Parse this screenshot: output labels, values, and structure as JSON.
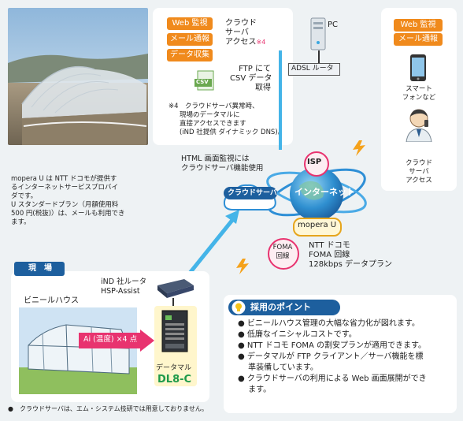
{
  "site_top": {
    "tags": [
      "Web 監視",
      "メール通報",
      "データ収集"
    ],
    "cloud_access": [
      "クラウド",
      "サーバ",
      "アクセス"
    ],
    "note_mark": "※4",
    "pc_label": "PC",
    "adsl_label": "ADSL ルータ",
    "ftp_lines": [
      "FTP にて",
      "CSV データ",
      "取得"
    ],
    "csv_label": "CSV",
    "note4_lines": [
      "※4　クラウドサーバ異常時、",
      "現場のデータマルに",
      "直接アクセスできます",
      "(iND 社提供 ダイナミック DNS)。"
    ]
  },
  "right_panel": {
    "tags": [
      "Web 監視",
      "メール通報"
    ],
    "smartphone_label": [
      "スマート",
      "フォンなど"
    ],
    "cloud_access": [
      "クラウド",
      "サーバ",
      "アクセス"
    ]
  },
  "network": {
    "isp": "ISP",
    "internet": "インターネット",
    "cloud_server": "クラウドサーバ",
    "mopera": "mopera U",
    "foma": [
      "FOMA",
      "回線"
    ],
    "ntt_lines": [
      "NTT ドコモ",
      "FOMA 回線",
      "128kbps データプラン"
    ],
    "html_lines": [
      "HTML 画面監視には",
      "クラウドサーバ機能使用"
    ]
  },
  "left_note": [
    "mopera U は NTT ドコモが提供す",
    "るインターネットサービスプロバイ",
    "ダです。",
    "U スタンダードプラン（月額使用料",
    "500 円(税抜)）は、メールも利用でき",
    "ます。"
  ],
  "site": {
    "title": "現　場",
    "greenhouse_label": "ビニールハウス",
    "router_lines": [
      "iND 社ルータ",
      "HSP-Assist"
    ],
    "sensor_label": "Ai (温度) ×4 点",
    "datamaru_label": "データマル",
    "model": "DL8-C"
  },
  "footnote": "●　クラウドサーバは、エム・システム技研では用意しておりません。",
  "points": {
    "title": "採用のポイント",
    "items": [
      "● ビニールハウス管理の大幅な省力化が図れます。",
      "● 低廉なイニシャルコストです。",
      "● NTT ドコモ FOMA の割安プランが適用できます。",
      "● データマルが FTP クライアント／サーバ機能を標",
      "　 準装備しています。",
      "● クラウドサーバの利用による Web 画面展開ができ",
      "　 ます。"
    ]
  },
  "colors": {
    "orange": "#f08a1c",
    "link_blue": "#44b4e8",
    "dark_blue": "#1d5f9e",
    "pink": "#e8336f"
  }
}
